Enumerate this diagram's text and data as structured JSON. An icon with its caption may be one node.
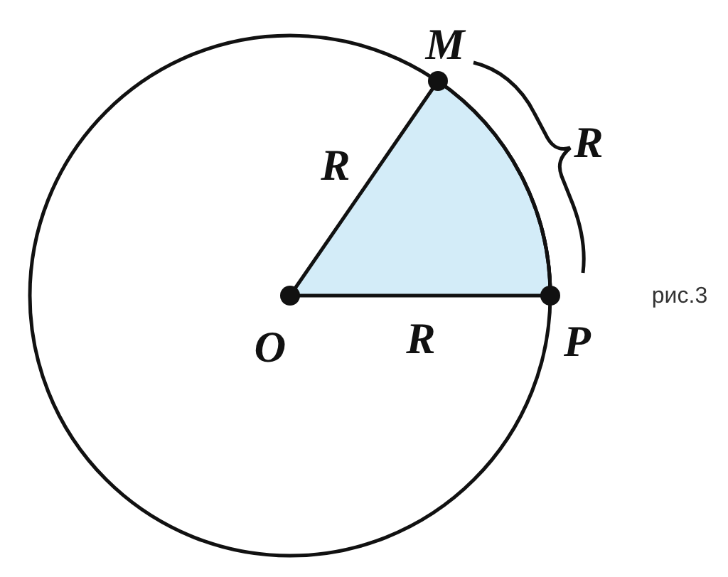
{
  "diagram": {
    "labels": [
      "M",
      "R",
      "R",
      "O",
      "R",
      "P",
      "рис.3"
    ]
  }
}
